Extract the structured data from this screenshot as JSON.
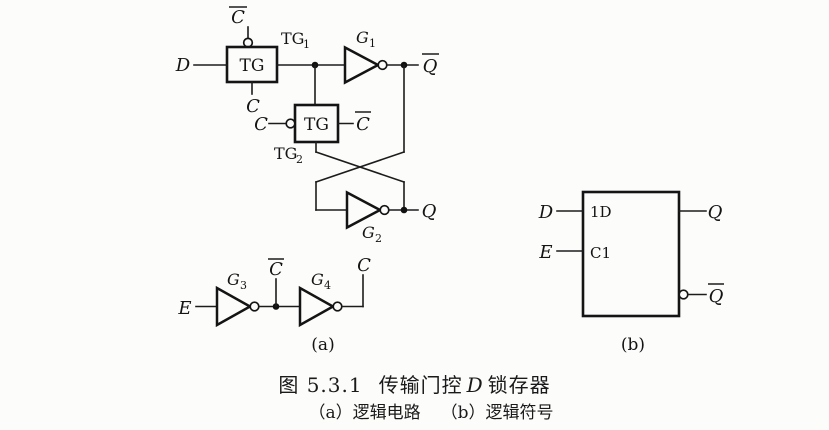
{
  "schematic": {
    "tg_box_label": "TG",
    "gate_prefix": "G",
    "tg_prefix": "TG",
    "tg1_sub": "1",
    "tg2_sub": "2",
    "g1_sub": "1",
    "g2_sub": "2",
    "g3_sub": "3",
    "g4_sub": "4",
    "d_label": "D",
    "e_label": "E",
    "c_label": "C",
    "q_label": "Q",
    "part_label": "(a)",
    "ink_color": "#1c1c1c"
  },
  "symbol": {
    "d_label": "D",
    "e_label": "E",
    "port_1d": "1D",
    "port_c1": "C1",
    "q_label": "Q",
    "part_label": "(b)"
  },
  "caption": {
    "figure_number": "图 5.3.1",
    "title_prefix": "传输门控",
    "title_var": "D",
    "title_suffix": "锁存器",
    "sub_a": "（a）逻辑电路",
    "sub_b": "（b）逻辑符号"
  }
}
